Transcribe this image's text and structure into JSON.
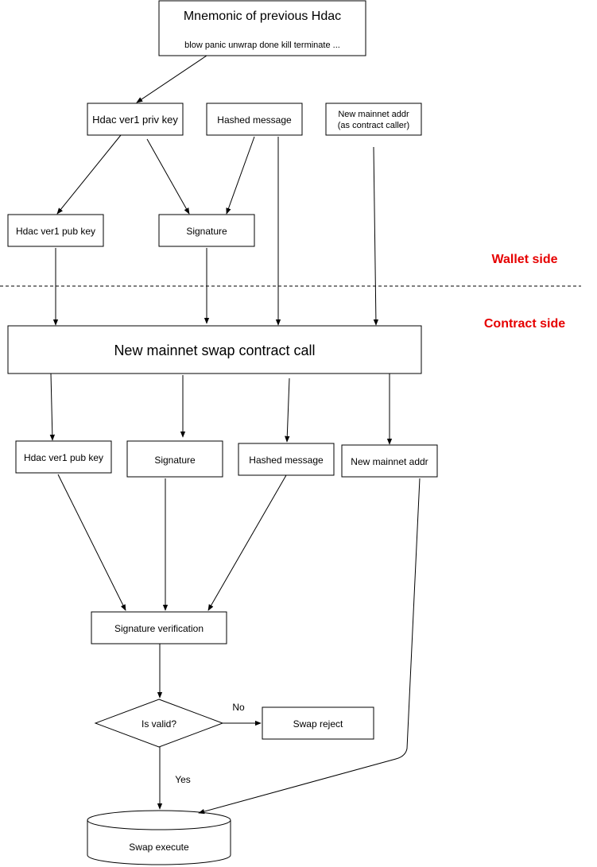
{
  "colors": {
    "line": "#000000",
    "side_label": "#e60000",
    "background": "#ffffff"
  },
  "nodes": {
    "mnemonic_title": "Mnemonic of previous Hdac",
    "mnemonic_words": "blow panic unwrap done kill terminate ...",
    "priv_key": "Hdac ver1 priv key",
    "hashed_message_top": "Hashed message",
    "new_addr_top_line1": "New mainnet addr",
    "new_addr_top_line2": "(as contract caller)",
    "pub_key_top": "Hdac ver1 pub key",
    "signature_top": "Signature",
    "contract_call": "New mainnet swap contract call",
    "pub_key_bottom": "Hdac ver1 pub key",
    "signature_bottom": "Signature",
    "hashed_message_bottom": "Hashed message",
    "new_addr_bottom": "New mainnet addr",
    "signature_verification": "Signature verification",
    "is_valid": "Is valid?",
    "swap_reject": "Swap reject",
    "swap_execute": "Swap execute"
  },
  "edges": {
    "no_label": "No",
    "yes_label": "Yes"
  },
  "sides": {
    "wallet": "Wallet side",
    "contract": "Contract side"
  }
}
